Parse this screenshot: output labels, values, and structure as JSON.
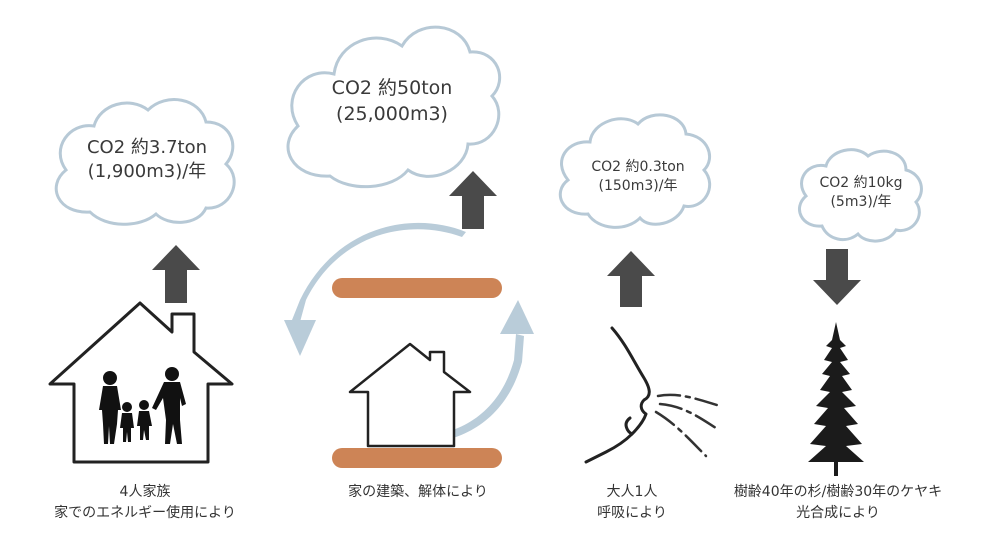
{
  "colors": {
    "cloud_stroke": "#b7c9d6",
    "arrow": "#4a4a4a",
    "beam": "#cd8456",
    "cycle": "#b9ccd9",
    "outline": "#222222"
  },
  "columns": [
    {
      "id": "family",
      "cloud": {
        "line1": "CO2 約3.7ton",
        "line2": "(1,900m3)/年"
      },
      "arrow_direction": "up",
      "icon": "house-family-icon",
      "caption": {
        "line1": "4人家族",
        "line2": "家でのエネルギー使用により"
      }
    },
    {
      "id": "construction",
      "cloud": {
        "line1": "CO2 約50ton",
        "line2": "(25,000m3)"
      },
      "arrow_direction": "up",
      "icon": "house-cycle-icon",
      "caption": {
        "line1": "家の建築、解体により"
      }
    },
    {
      "id": "breathing",
      "cloud": {
        "line1": "CO2 約0.3ton",
        "line2": "(150m3)/年"
      },
      "arrow_direction": "up",
      "icon": "breathing-face-icon",
      "caption": {
        "line1": "大人1人",
        "line2": "呼吸により"
      }
    },
    {
      "id": "tree",
      "cloud": {
        "line1": "CO2 約10kg",
        "line2": "(5m3)/年"
      },
      "arrow_direction": "down",
      "icon": "cedar-tree-icon",
      "caption": {
        "line1": "樹齢40年の杉/樹齢30年のケヤキ",
        "line2": "光合成により"
      }
    }
  ]
}
